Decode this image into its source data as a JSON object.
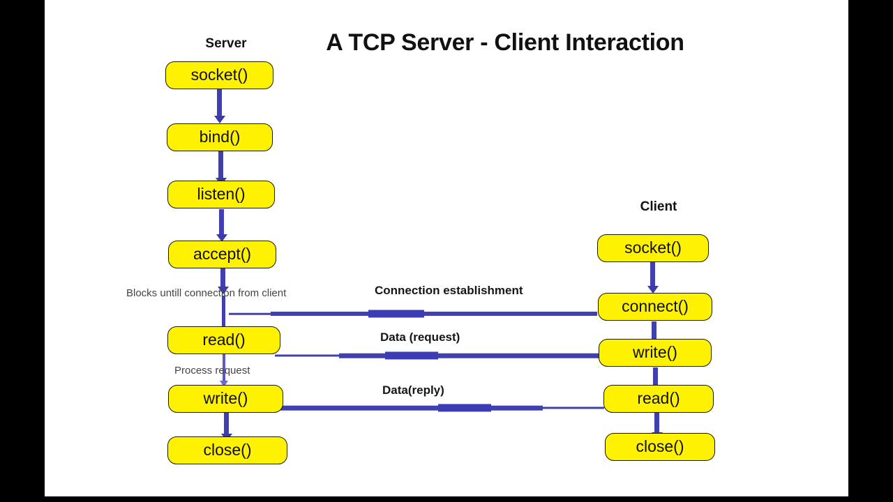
{
  "diagram": {
    "title": "A TCP Server - Client Interaction",
    "colors": {
      "node_fill": "#fff200",
      "node_border": "#1a1a00",
      "arrow": "#4040b0",
      "canvas": "#ffffff",
      "letterbox": "#000000",
      "text": "#111111"
    },
    "columns": [
      {
        "heading": "Server"
      },
      {
        "heading": "Client"
      }
    ],
    "server_nodes": [
      {
        "label": "socket()"
      },
      {
        "label": "bind()"
      },
      {
        "label": "listen()"
      },
      {
        "label": "accept()"
      },
      {
        "label": "read()"
      },
      {
        "label": "write()"
      },
      {
        "label": "close()"
      }
    ],
    "client_nodes": [
      {
        "label": "socket()"
      },
      {
        "label": "connect()"
      },
      {
        "label": "write()"
      },
      {
        "label": "read()"
      },
      {
        "label": "close()"
      }
    ],
    "annotations": [
      {
        "text": "Blocks untill connection from client"
      },
      {
        "text": "Process request"
      }
    ],
    "messages": [
      {
        "label": "Connection establishment",
        "direction": "client-to-server"
      },
      {
        "label": "Data (request)",
        "direction": "client-to-server"
      },
      {
        "label": "Data(reply)",
        "direction": "server-to-client"
      }
    ]
  }
}
